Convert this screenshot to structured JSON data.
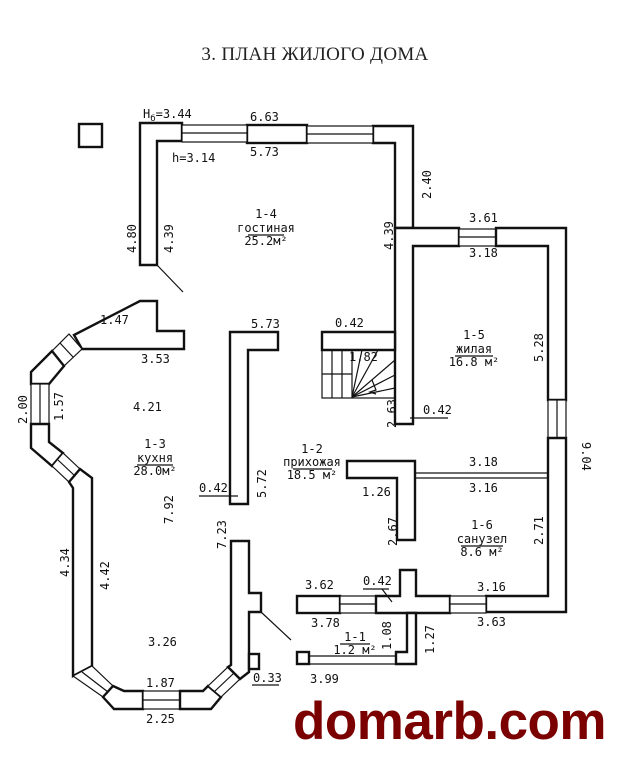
{
  "title": "3. ПЛАН ЖИЛОГО ДОМА",
  "watermark": "domarb.com",
  "colors": {
    "walls": "#111111",
    "watermark": "#7b0000",
    "background": "#ffffff"
  },
  "heights": {
    "outer": "H6=3.44",
    "outer_prefix": "H",
    "outer_sub": "б",
    "outer_value": "=3.44",
    "inner": "h=3.14"
  },
  "rooms": [
    {
      "id": "1-1",
      "name": "",
      "area": "1.2  м²"
    },
    {
      "id": "1-2",
      "name": "прихожая",
      "area": "18.5 м²"
    },
    {
      "id": "1-3",
      "name": "кухня",
      "area": "28.0м²"
    },
    {
      "id": "1-4",
      "name": "гостиная",
      "area": "25.2м²"
    },
    {
      "id": "1-5",
      "name": "жилая",
      "area": "16.8 м²"
    },
    {
      "id": "1-6",
      "name": "санузел",
      "area": "8.6  м²"
    }
  ],
  "dimensions": {
    "top_outer": "6.63",
    "top_inner": "5.73",
    "living_left_outer": "4.80",
    "living_left_inner": "4.39",
    "living_right": "4.39",
    "right_upper": "2.40",
    "bedroom_top_outer": "3.61",
    "bedroom_top_inner": "3.18",
    "bedroom_right": "5.28",
    "right_total": "9.04",
    "stair_wall": "0.42",
    "stair_run": "1.82",
    "stair_side": "2.63",
    "bedroom_wall": "0.42",
    "partition_top": "5.73",
    "partition_wall": "0.42",
    "partition_len": "5.72",
    "kitchen_top_a": "1.47",
    "kitchen_top_b": "3.53",
    "bay_outer": "2.00",
    "bay_inner": "1.57",
    "kitchen_width": "4.21",
    "kitchen_len": "7.92",
    "kitchen_left_outer": "4.34",
    "kitchen_left_inner": "4.42",
    "kitchen_right": "7.23",
    "kitchen_bottom_width": "3.26",
    "bottom_inner": "1.87",
    "bottom_outer": "2.25",
    "post": "0.33",
    "bath_partition_top": "3.18",
    "bath_partition_bottom": "3.16",
    "hall_stub": "1.26",
    "hall_stub_len": "2.67",
    "bath_right": "2.71",
    "bath_bottom_inner": "3.16",
    "bath_bottom_outer": "3.63",
    "entry_inner": "3.62",
    "entry_wall": "0.42",
    "entry_outer": "3.78",
    "vest_depth": "1.08",
    "vest_outer_depth": "1.27",
    "vest_width": "3.99"
  }
}
